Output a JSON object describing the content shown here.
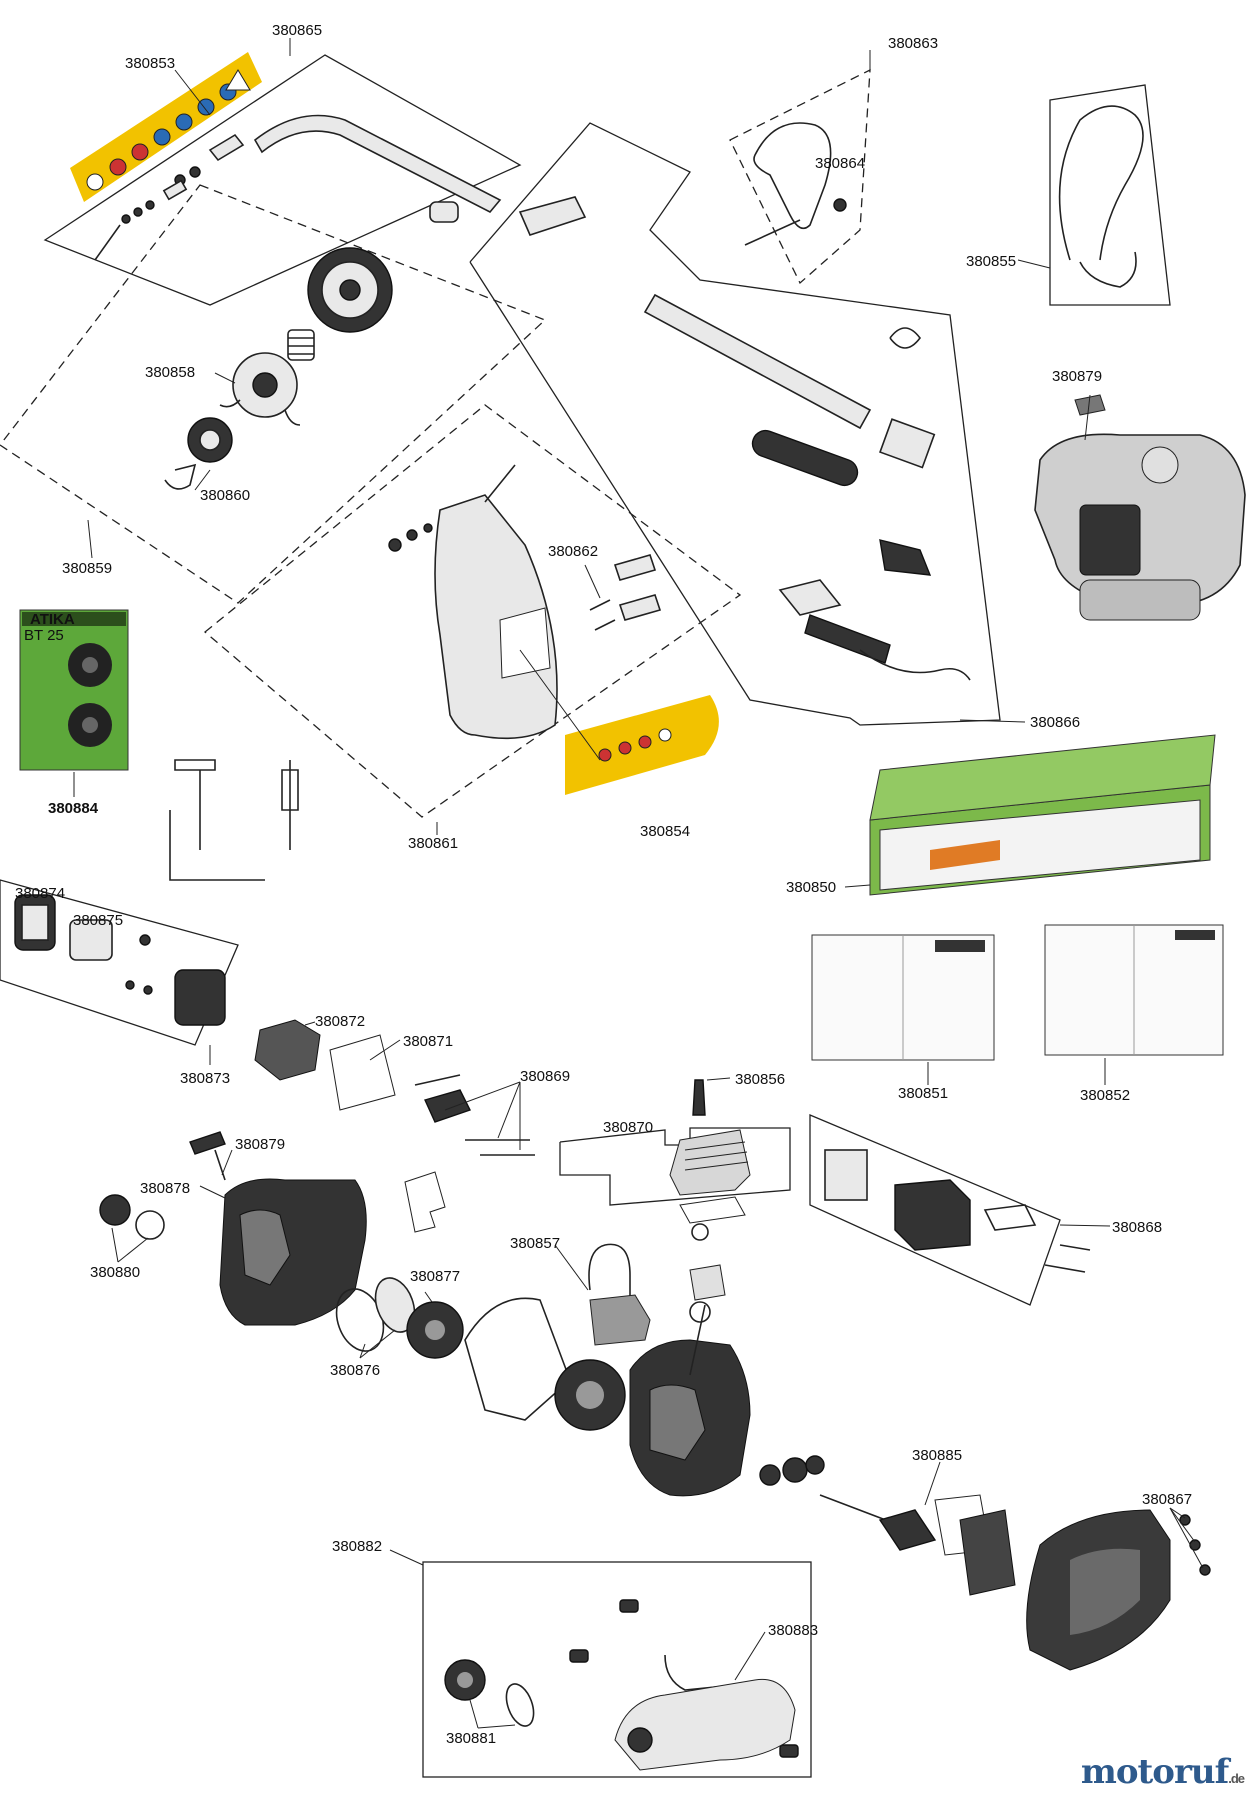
{
  "labels": {
    "p380865": "380865",
    "p380853": "380853",
    "p380863": "380863",
    "p380864": "380864",
    "p380855": "380855",
    "p380858": "380858",
    "p380860": "380860",
    "p380859": "380859",
    "p380879a": "380879",
    "p380862": "380862",
    "p380866": "380866",
    "p380884": "380884",
    "p380861": "380861",
    "p380854": "380854",
    "p380850": "380850",
    "p380874": "380874",
    "p380875": "380875",
    "p380873": "380873",
    "p380872": "380872",
    "p380871": "380871",
    "p380869": "380869",
    "p380856": "380856",
    "p380851": "380851",
    "p380852": "380852",
    "p380870": "380870",
    "p380879b": "380879",
    "p380878": "380878",
    "p380868": "380868",
    "p380880": "380880",
    "p380857": "380857",
    "p380877": "380877",
    "p380876": "380876",
    "p380885": "380885",
    "p380867": "380867",
    "p380882": "380882",
    "p380883": "380883",
    "p380881": "380881"
  },
  "product_text": {
    "brand": "ATIKA",
    "spool_pack_model": "BT 25"
  },
  "watermark": {
    "name": "motoruf",
    "suffix": ".de"
  },
  "colors": {
    "highlight_yellow": "#f2c200",
    "spool_card_green": "#5da83a",
    "box_green": "#7cb94a",
    "logo_blue": "#2e5a8c"
  }
}
